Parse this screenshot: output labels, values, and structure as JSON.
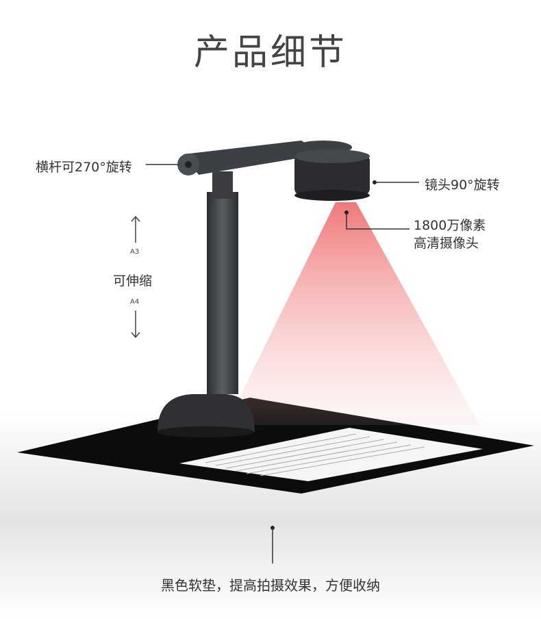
{
  "title": "产品细节",
  "labels": {
    "arm": "横杆可270°旋转",
    "lens": "镜头90°旋转",
    "camera_line1": "1800万像素",
    "camera_line2": "高清摄像头",
    "extend": "可伸缩",
    "a3": "A3",
    "a4": "A4",
    "pad": "黑色软垫，提高拍摄效果，方便收纳"
  }
}
